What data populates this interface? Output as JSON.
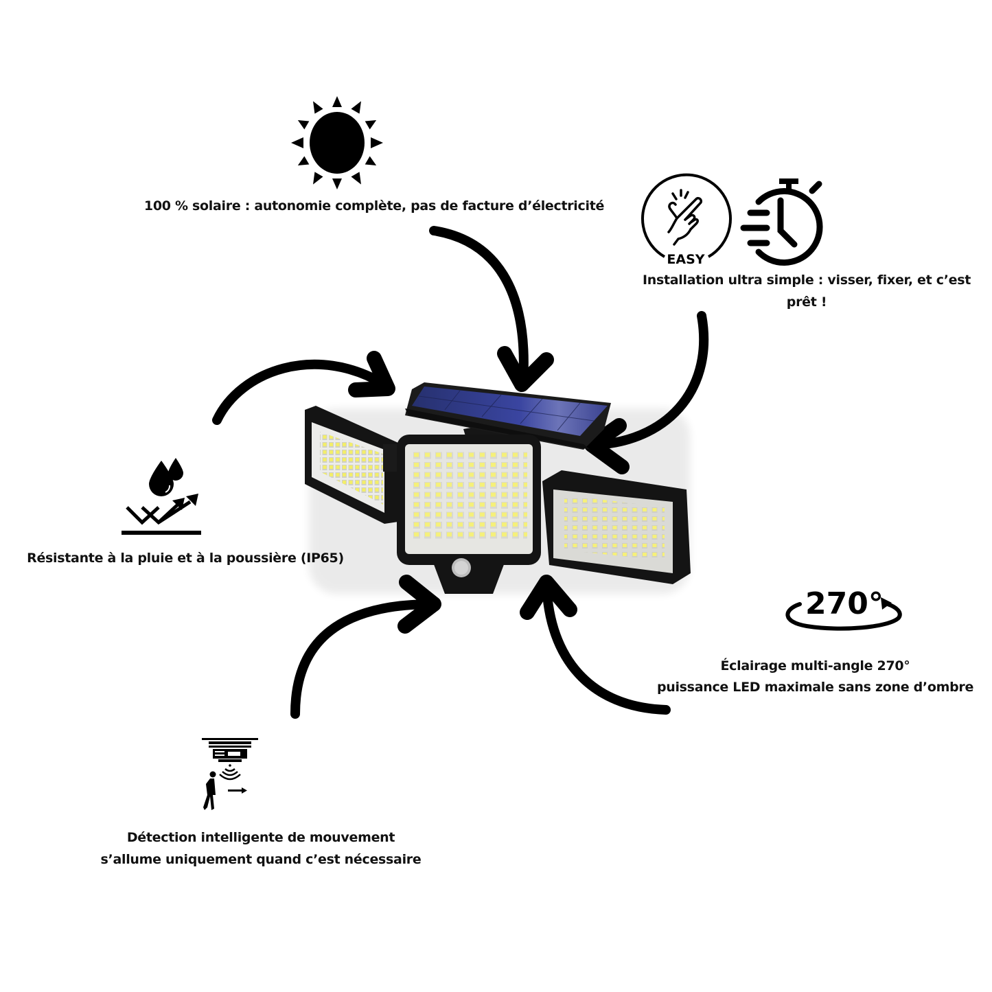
{
  "features": {
    "solar": {
      "icon": "sun-icon",
      "caption": "100 % solaire : autonomie complète, pas de facture d’électricité"
    },
    "installation": {
      "icon_left": "easy-hand-icon",
      "icon_left_badge": "EASY",
      "icon_right": "stopwatch-fast-icon",
      "caption_line1": "Installation ultra simple : visser, fixer, et c’est",
      "caption_line2": "prêt !"
    },
    "waterproof": {
      "icon": "water-resistant-icon",
      "caption": "Résistante à la pluie et à la poussière (IP65)"
    },
    "angle": {
      "icon": "rotation-270-icon",
      "icon_label": "270°",
      "caption_line1": "Éclairage multi-angle 270°",
      "caption_line2": "puissance LED maximale sans zone d’ombre"
    },
    "motion": {
      "icon": "motion-sensor-icon",
      "caption_line1": "Détection intelligente de mouvement",
      "caption_line2": "s’allume uniquement quand c’est nécessaire"
    }
  },
  "product": {
    "name": "solar-led-wall-light",
    "panels": 3,
    "colors": {
      "housing": "#141414",
      "solar_panel": "#2e3a8c",
      "led_face": "#e9e9e4",
      "led_chip": "#f3ee6a"
    }
  }
}
